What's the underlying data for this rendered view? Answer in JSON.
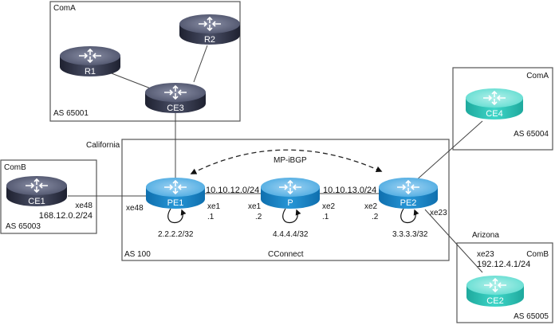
{
  "domains": {
    "coma_top": {
      "name": "ComA",
      "as": "AS 65001"
    },
    "comb_left": {
      "name": "ComB",
      "as": "AS 65003"
    },
    "coma_right": {
      "name": "ComA",
      "as": "AS 65004"
    },
    "comb_right": {
      "name": "ComB",
      "as": "AS 65005"
    },
    "provider": {
      "region": "California",
      "as": "AS 100",
      "name": "CConnect"
    },
    "arizona": {
      "region": "Arizona"
    }
  },
  "routers": {
    "r1": {
      "name": "R1",
      "color": "#3a3f55"
    },
    "r2": {
      "name": "R2",
      "color": "#3a3f55"
    },
    "ce3": {
      "name": "CE3",
      "color": "#3a3f55"
    },
    "ce1": {
      "name": "CE1",
      "color": "#3a3f55"
    },
    "pe1": {
      "name": "PE1",
      "color": "#1a8fd0"
    },
    "p": {
      "name": "P",
      "color": "#1a8fd0"
    },
    "pe2": {
      "name": "PE2",
      "color": "#1a8fd0"
    },
    "ce4": {
      "name": "CE4",
      "color": "#2cc6b8"
    },
    "ce2": {
      "name": "CE2",
      "color": "#2cc6b8"
    }
  },
  "labels": {
    "mp_ibgp": "MP-iBGP",
    "ce1_if": "xe48",
    "ce1_ip": "168.12.0.2/24",
    "pe1_left_if": "xe48",
    "pe1_loopback": "2.2.2.2/32",
    "net_pe1_p": "10.10.12.0/24",
    "pe1_xe1": "xe1",
    "pe1_xe1_ip": ".1",
    "p_xe1": "xe1",
    "p_xe1_ip": ".2",
    "p_loopback": "4.4.4.4/32",
    "net_p_pe2": "10.10.13.0/24",
    "p_xe2": "xe2",
    "p_xe2_ip": ".1",
    "pe2_xe2": "xe2",
    "pe2_xe2_ip": ".2",
    "pe2_loopback": "3.3.3.3/32",
    "pe2_xe23": "xe23",
    "ce2_if": "xe23",
    "ce2_ip": "192.12.4.1/24"
  }
}
